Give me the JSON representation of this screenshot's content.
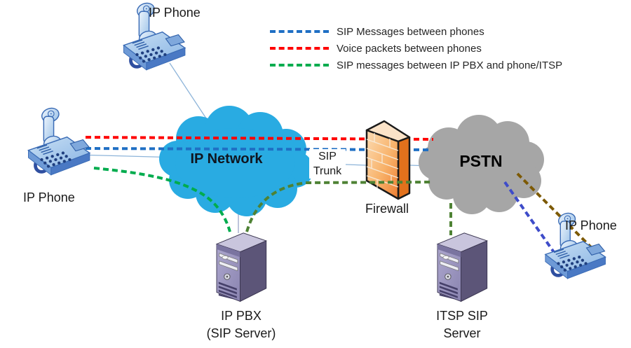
{
  "legend": {
    "items": [
      {
        "label": "SIP Messages between phones",
        "color": "#1F6FC4"
      },
      {
        "label": "Voice packets between phones",
        "color": "#FF0000"
      },
      {
        "label": "SIP messages between IP PBX and phone/ITSP",
        "color": "#00B050"
      }
    ]
  },
  "nodes": {
    "phone_top": {
      "label": "IP Phone"
    },
    "phone_left": {
      "label": "IP Phone"
    },
    "phone_right": {
      "label": "IP Phone"
    },
    "ip_network": {
      "label": "IP Network"
    },
    "pstn": {
      "label": "PSTN"
    },
    "firewall": {
      "label": "Firewall"
    },
    "sip_trunk": {
      "line1": "SIP",
      "line2": "Trunk"
    },
    "ip_pbx": {
      "line1": "IP PBX",
      "line2": "(SIP Server)"
    },
    "itsp": {
      "line1": "ITSP SIP",
      "line2": "Server"
    }
  },
  "colors": {
    "sip_blue": "#1F6FC4",
    "voice_red": "#FF0000",
    "pbx_green": "#00AC4E",
    "pbx_green_dark": "#4E8234",
    "pstn_brown": "#7D5A05",
    "pstn_indigo": "#3E4CC9",
    "cloud_blue": "#29ABE2",
    "cloud_gray": "#A6A6A6",
    "connector": "#8DB4D9"
  }
}
